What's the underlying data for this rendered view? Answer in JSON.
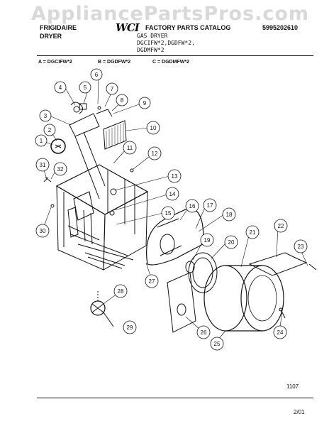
{
  "watermark": "AppliancePartsPros.com",
  "header": {
    "brand_line1": "FRIGIDAIRE",
    "brand_line2": "DRYER",
    "logo": "WCI",
    "catalog_title": "FACTORY PARTS CATALOG",
    "product": "GAS DRYER",
    "models_line1": "DGCIFW*2,DGDFW*2,",
    "models_line2": "DGDMFW*2",
    "catalog_number": "5995202610"
  },
  "legend": {
    "a": "A = DGCIFW*2",
    "b": "B = DGDFW*2",
    "c": "C = DGDMFW*2"
  },
  "callouts": [
    "1",
    "2",
    "3",
    "4",
    "5",
    "6",
    "7",
    "8",
    "9",
    "10",
    "11",
    "12",
    "13",
    "14",
    "15",
    "16",
    "17",
    "18",
    "19",
    "20",
    "21",
    "22",
    "23",
    "24",
    "25",
    "26",
    "27",
    "28",
    "29",
    "30",
    "31",
    "32"
  ],
  "footer": {
    "page_number": "1107",
    "date": "2/01"
  }
}
